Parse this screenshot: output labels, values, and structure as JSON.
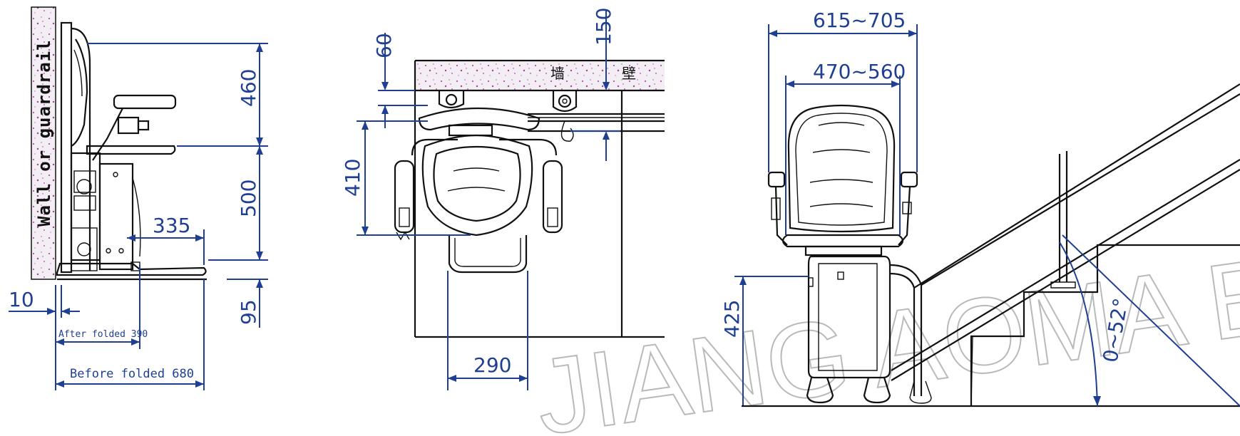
{
  "side_view": {
    "wall_label": "Wall or guardrail",
    "dim_backrest": "460",
    "dim_seat": "500",
    "dim_footrest": "335",
    "dim_floor": "95",
    "dim_wall_gap": "10",
    "dim_after_folded": "After folded 390",
    "dim_before_folded": "Before folded 680"
  },
  "top_view": {
    "dim_top_gap": "60",
    "dim_rail_offset": "150",
    "dim_depth": "410",
    "dim_footrest_width": "290",
    "wall_chars": [
      "墙",
      "壁"
    ]
  },
  "front_view": {
    "dim_outer_width": "615~705",
    "dim_inner_width": "470~560",
    "dim_seat_height": "425",
    "dim_angle": "0~52°",
    "watermark": "JIANG AOMA E"
  }
}
